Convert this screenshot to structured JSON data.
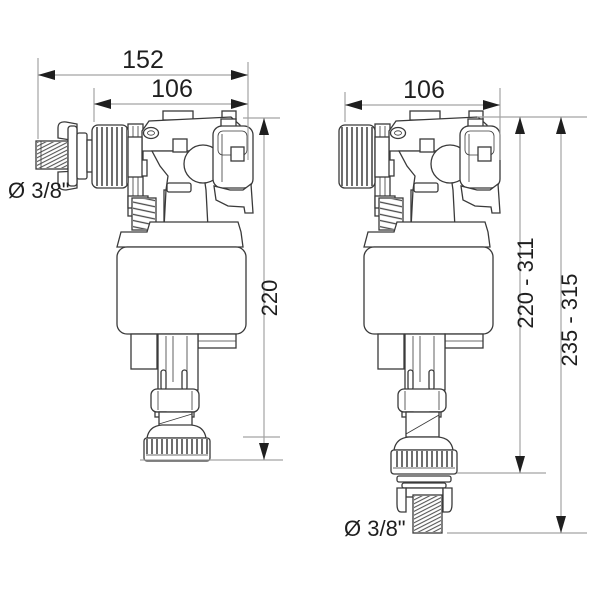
{
  "drawing": {
    "colors": {
      "background": "#ffffff",
      "outline": "#3a3a3a",
      "dimension_line": "#a3a3a3",
      "dimension_text": "#1f1f1f"
    },
    "left_view": {
      "dims": {
        "overall_width": "152",
        "body_width": "106",
        "height": "220"
      },
      "inlet_label": "Ø 3/8\""
    },
    "right_view": {
      "dims": {
        "body_width": "106",
        "height_to_nut": "220 - 311",
        "overall_height": "235 - 315"
      },
      "inlet_label": "Ø 3/8\""
    }
  }
}
